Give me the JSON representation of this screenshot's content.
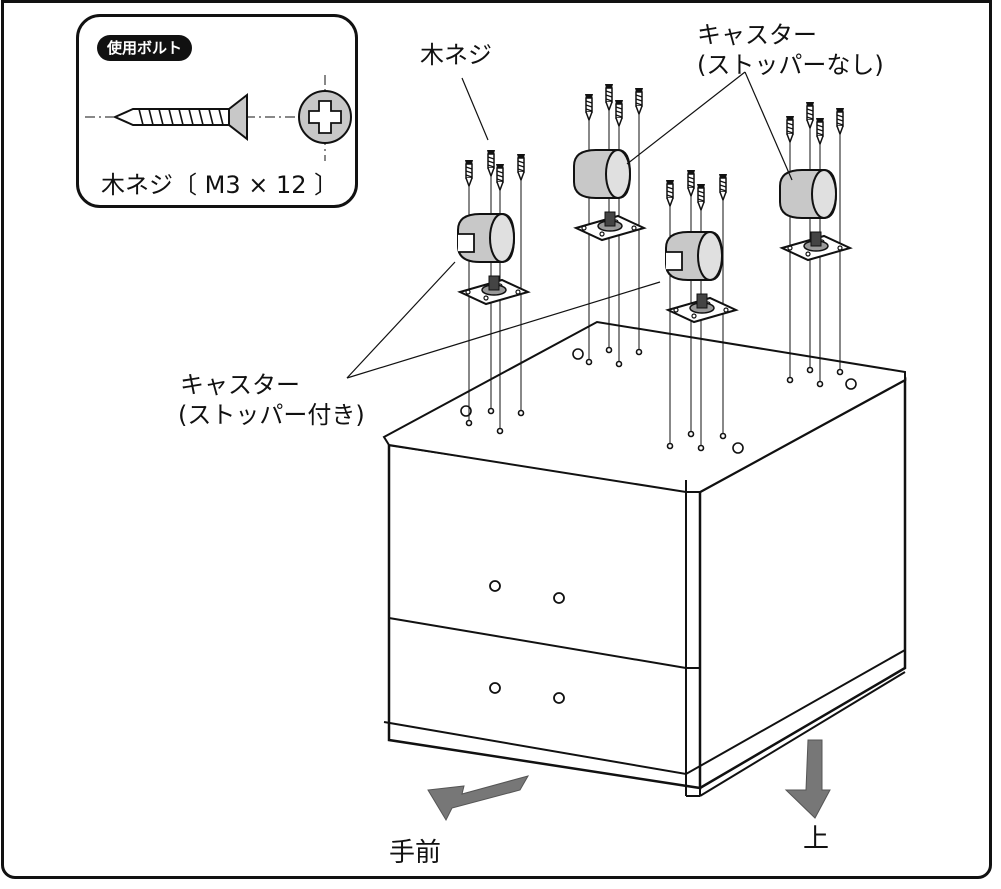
{
  "legend": {
    "title": "使用ボルト",
    "caption": "木ネジ〔 M3 × 12 〕"
  },
  "labels": {
    "screw": "木ネジ",
    "caster_no_stopper_1": "キャスター",
    "caster_no_stopper_2": "(ストッパーなし)",
    "caster_stopper_1": "キャスター",
    "caster_stopper_2": "(ストッパー付き)",
    "front": "手前",
    "up": "上"
  },
  "icons": {
    "screw": "wood-screw-icon",
    "screw_head": "phillips-screw-head-icon",
    "caster_stopper": "caster-with-stopper-icon",
    "caster_plain": "caster-icon",
    "arrow_front": "arrow-front-icon",
    "arrow_up": "arrow-down-icon"
  },
  "colors": {
    "line": "#111111",
    "fill_gray": "#c8c8c8",
    "arrow_gray": "#777777"
  }
}
